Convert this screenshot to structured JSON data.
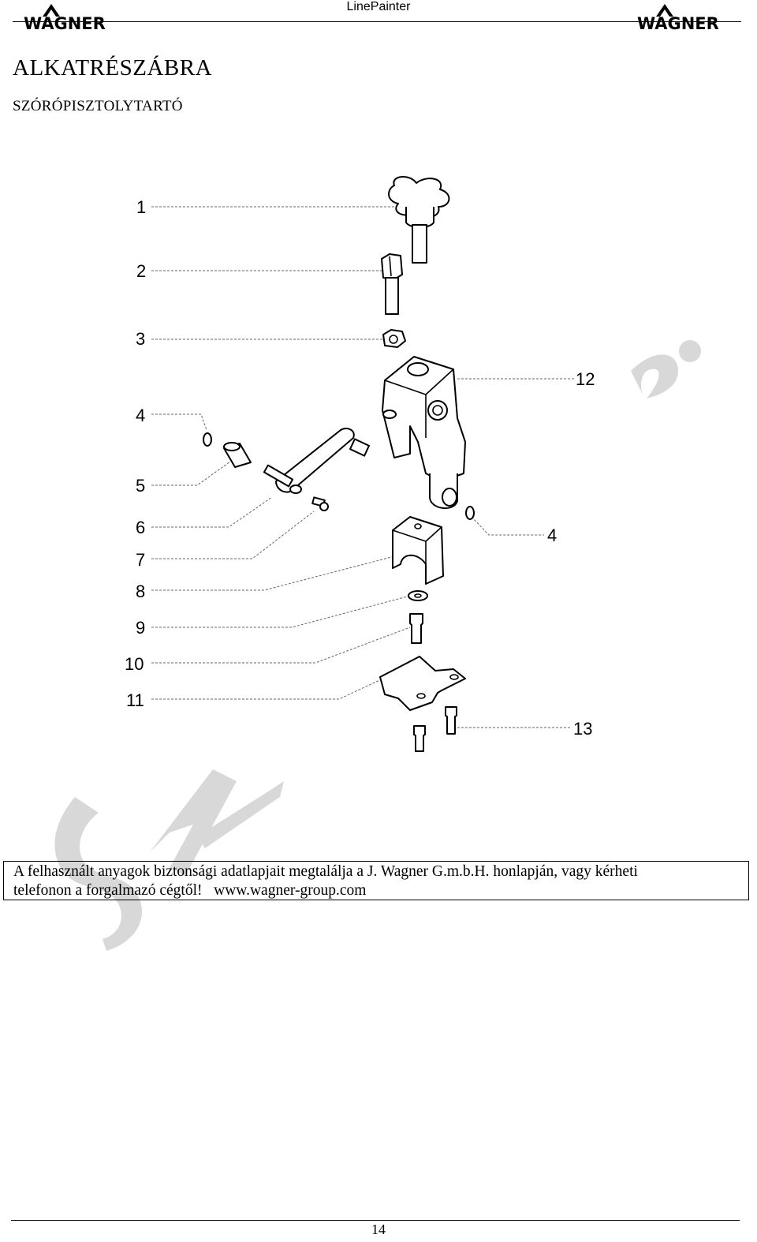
{
  "header": {
    "title": "LinePainter",
    "logo_text": "WAGNER"
  },
  "heading": "ALKATRÉSZÁBRA",
  "subheading": "SZÓRÓPISZTOLYTARTÓ",
  "diagram": {
    "callouts": [
      "1",
      "2",
      "3",
      "4",
      "5",
      "6",
      "7",
      "8",
      "9",
      "10",
      "11",
      "12",
      "4",
      "13"
    ]
  },
  "watermark": "SAMPLE",
  "info_box": {
    "line1": "A felhasznált anyagok biztonsági adatlapjait megtalálja a J. Wagner G.m.b.H. honlapján, vagy kérheti",
    "line2": "telefonon a forgalmazó cégtől!   www.wagner-group.com"
  },
  "footer": {
    "page_number": "14"
  }
}
